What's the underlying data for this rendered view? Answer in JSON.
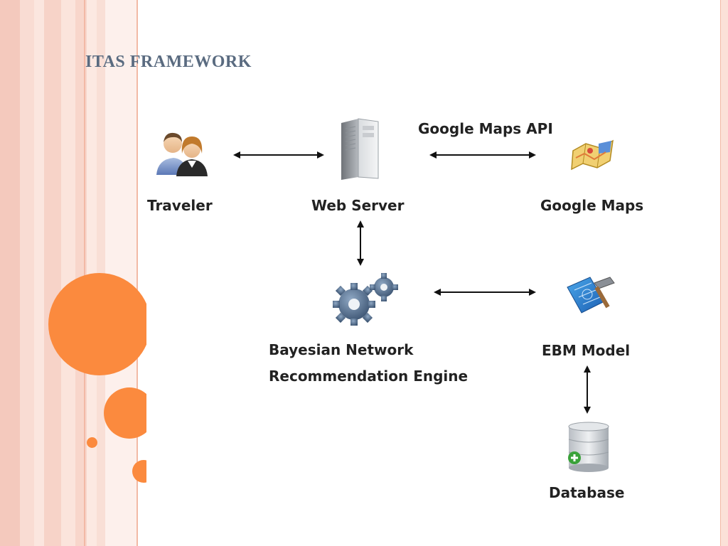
{
  "slide": {
    "title": "ITAS FRAMEWORK"
  },
  "diagram": {
    "nodes": {
      "traveler": "Traveler",
      "web_server": "Web Server",
      "google_maps": "Google Maps",
      "bn_line1": "Bayesian Network",
      "bn_line2": "Recommendation Engine",
      "ebm_model": "EBM Model",
      "database": "Database"
    },
    "edges": {
      "maps_api_label": "Google Maps API"
    },
    "colors": {
      "accent_orange": "#fb8a3e",
      "title_color": "#5a6b80",
      "stripe_pink": "#f4c9bd"
    }
  }
}
